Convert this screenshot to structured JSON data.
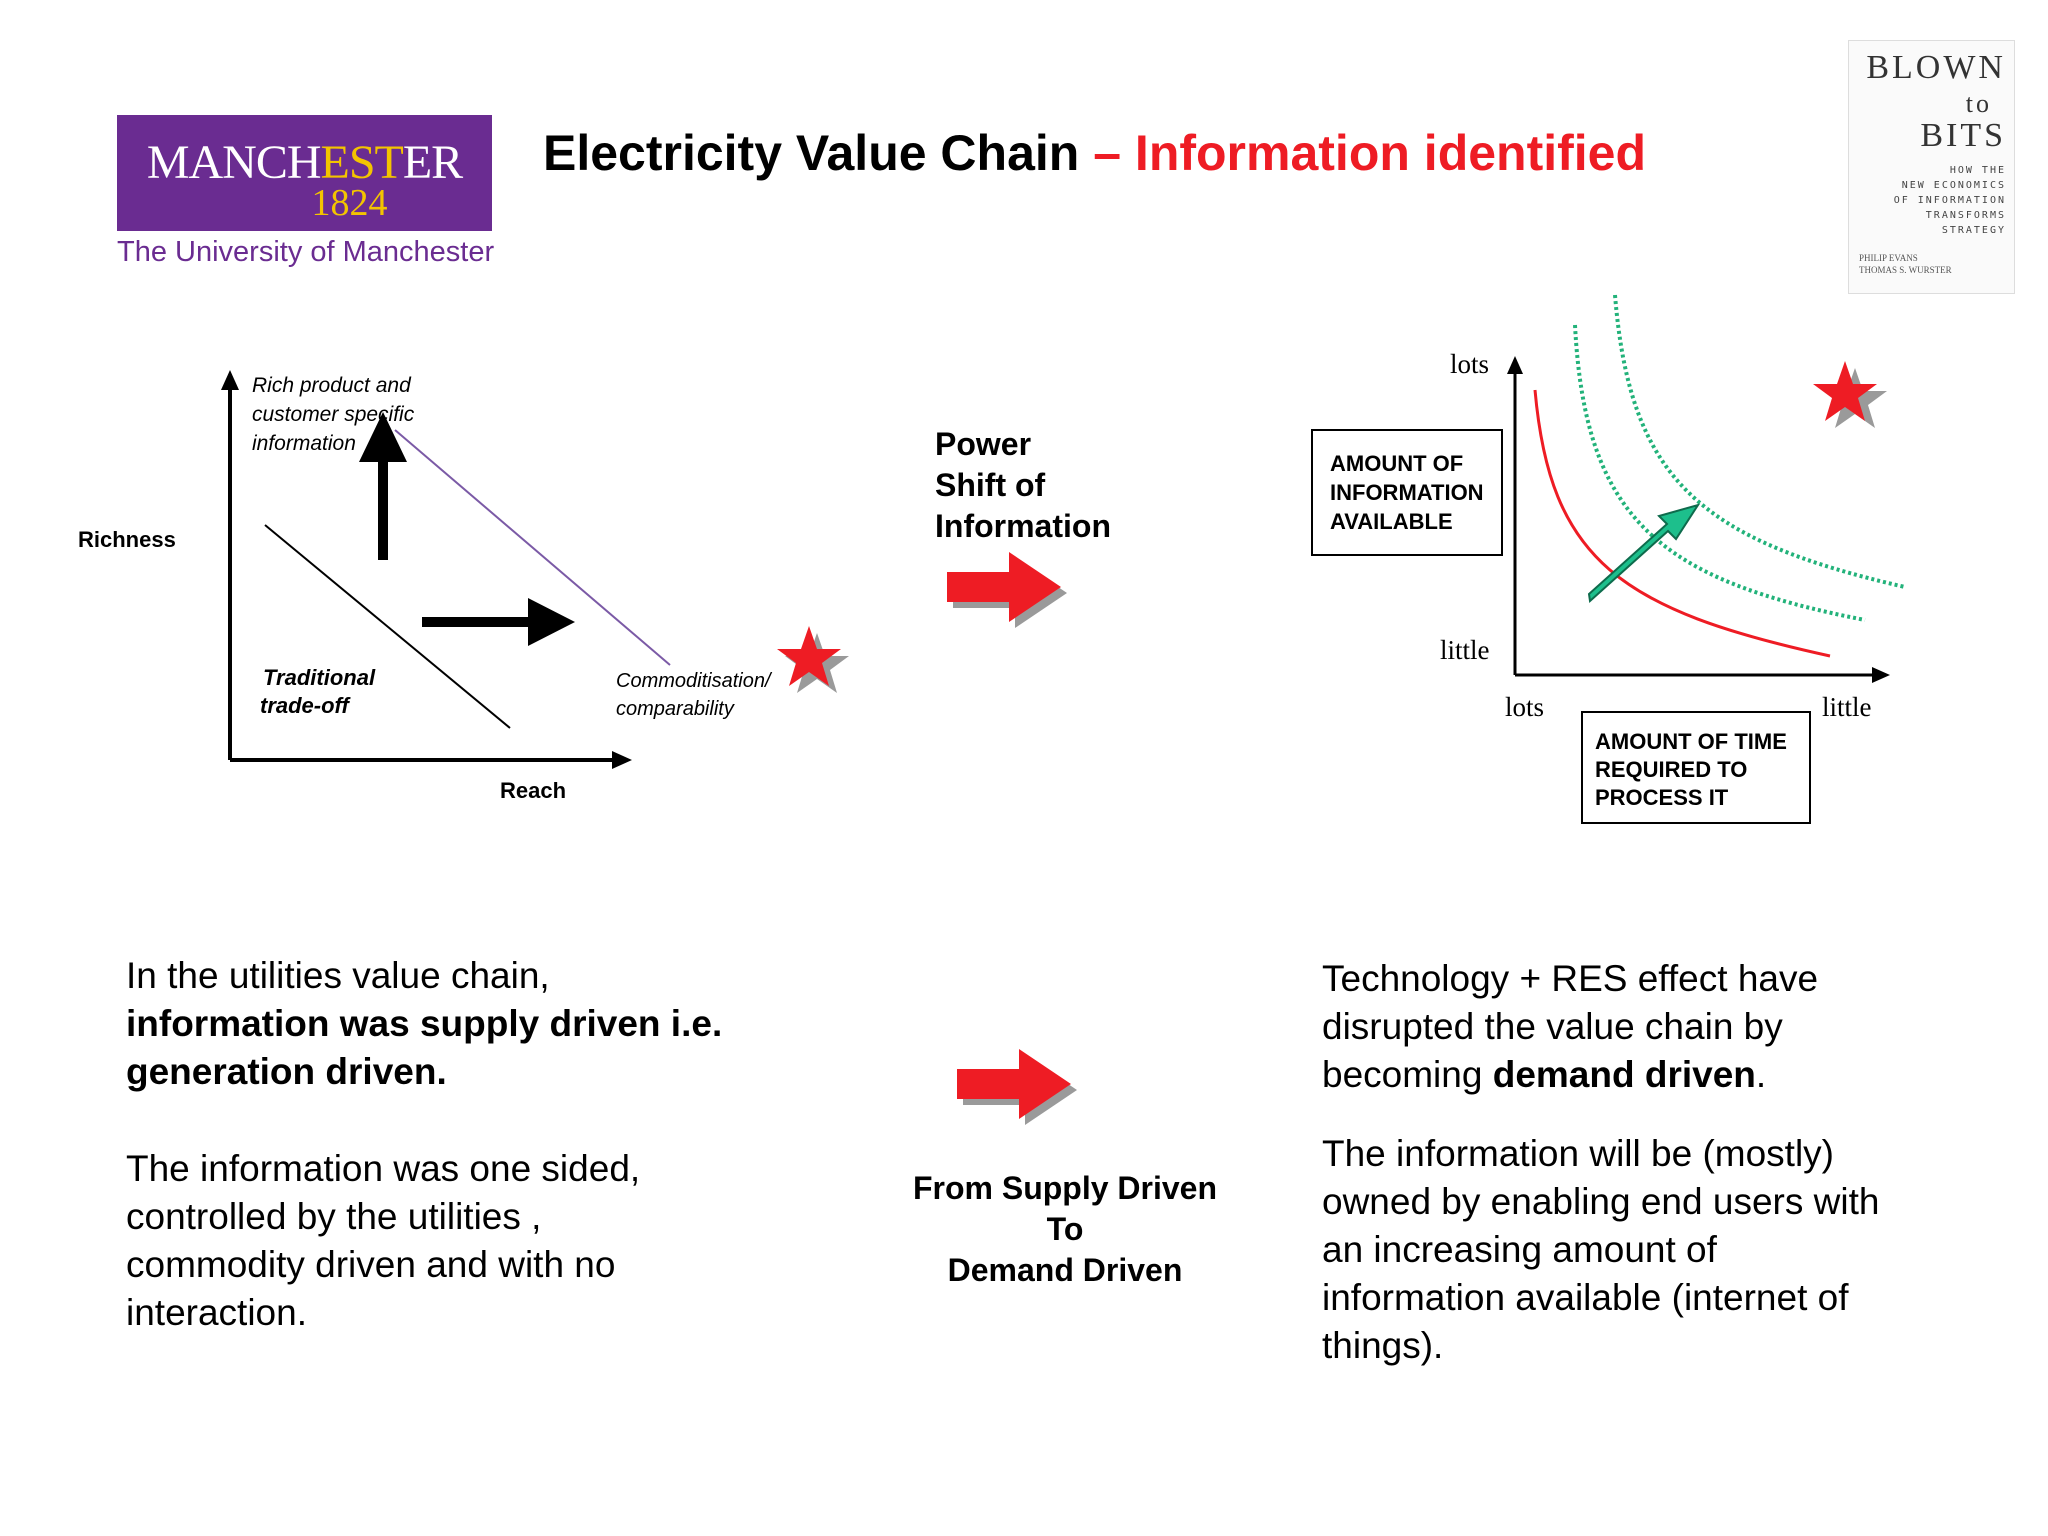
{
  "logo": {
    "wordmark_pre": "MANCH",
    "wordmark_hl": "EST",
    "wordmark_post": "ER",
    "year": "1824",
    "subtitle": "The University of Manchester"
  },
  "title": {
    "main": "Electricity Value Chain",
    "accent": "– Information identified"
  },
  "book": {
    "title_line1": "BLOWN",
    "title_line2": "to",
    "title_line3": "BITS",
    "tagline": [
      "HOW THE",
      "NEW ECONOMICS",
      "OF INFORMATION",
      "TRANSFORMS",
      "STRATEGY"
    ],
    "authors": [
      "PHILIP EVANS",
      "THOMAS S. WURSTER"
    ]
  },
  "left_diagram": {
    "y_axis_label": "Richness",
    "x_axis_label": "Reach",
    "top_label": [
      "Rich product and",
      "customer specific",
      "information"
    ],
    "tradeoff_label": [
      "Traditional",
      "trade-off"
    ],
    "commodity_label": [
      "Commoditisation/",
      "comparability"
    ]
  },
  "middle": {
    "power_shift": [
      "Power",
      "Shift of",
      "Information"
    ],
    "supply_demand": [
      "From Supply Driven",
      "To",
      "Demand Driven"
    ]
  },
  "right_diagram": {
    "y_top": "lots",
    "y_bottom": "little",
    "x_left": "lots",
    "x_right": "little",
    "y_box": [
      "AMOUNT OF",
      "INFORMATION",
      "AVAILABLE"
    ],
    "x_box": [
      "AMOUNT OF TIME",
      "REQUIRED TO",
      "PROCESS IT"
    ]
  },
  "left_text": {
    "p1_line1": "In the utilities value chain,",
    "p1_bold1": "information was supply driven i.e.",
    "p1_bold2": "generation driven.",
    "p2": [
      "The information was one sided,",
      "controlled by the utilities ,",
      "commodity driven and with no",
      "interaction."
    ]
  },
  "right_text": {
    "p1_line1": "Technology + RES effect have",
    "p1_line2": "disrupted the value chain by",
    "p1_line3_pre": "becoming ",
    "p1_line3_bold": "demand driven",
    "p1_line3_post": ".",
    "p2": [
      "The information will be (mostly)",
      "owned by enabling end users with",
      "an increasing amount of",
      "information available (internet of",
      "things)."
    ]
  },
  "colors": {
    "accent_red": "#ee1c24",
    "manchester_purple": "#6a2c91",
    "manchester_gold": "#f3c400",
    "arrow_green": "#1dbf8c",
    "curve_green": "#22b27a",
    "diag_purple": "#7b5aa6"
  }
}
